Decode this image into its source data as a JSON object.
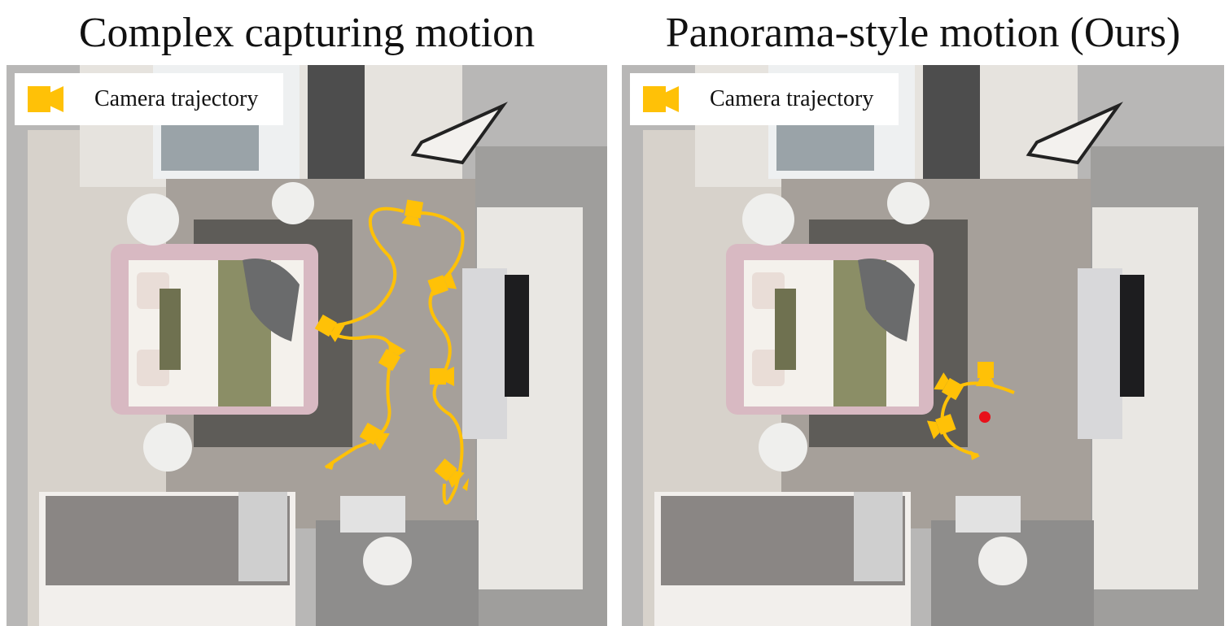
{
  "figure": {
    "panels": [
      {
        "title": "Complex capturing motion",
        "legend_label": "Camera trajectory",
        "legend_icon": "video-camera-icon",
        "trajectory": "complex"
      },
      {
        "title": "Panorama-style motion (Ours)",
        "legend_label": "Camera trajectory",
        "legend_icon": "video-camera-icon",
        "trajectory": "panorama",
        "rotation_center_marker": "red-dot"
      }
    ],
    "colors": {
      "trajectory": "#FFC107",
      "camera": "#FFC107",
      "center_marker": "#E8101A"
    }
  }
}
